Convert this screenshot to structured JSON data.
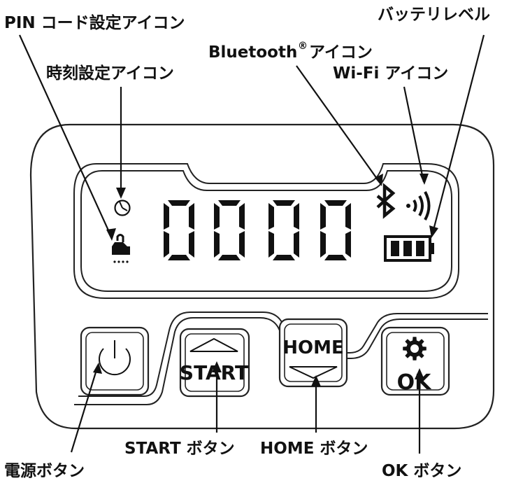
{
  "labels": {
    "pin_icon": "PIN コード設定アイコン",
    "time_icon": "時刻設定アイコン",
    "bluetooth_icon": "Bluetooth",
    "bluetooth_reg": "®",
    "bluetooth_suffix": "アイコン",
    "battery_level": "バッテリレベル",
    "wifi_icon": "Wi-Fi アイコン",
    "start_button": "START ボタン",
    "home_button": "HOME ボタン",
    "power_button": "電源ボタン",
    "ok_button": "OK ボタン"
  },
  "display": {
    "digits": [
      "0",
      "0",
      "0",
      "0"
    ]
  },
  "buttons": {
    "start": "START",
    "home": "HOME",
    "ok": "OK"
  }
}
